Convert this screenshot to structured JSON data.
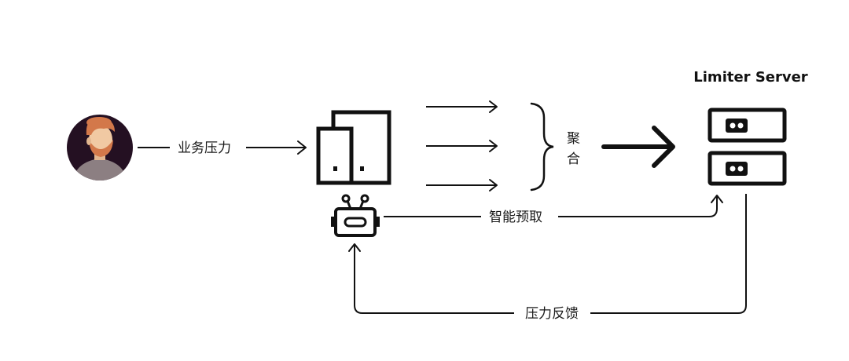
{
  "title": "Limiter Server",
  "labels": {
    "business_pressure": "业务压力",
    "aggregate_top": "聚",
    "aggregate_bottom": "合",
    "smart_prefetch": "智能预取",
    "pressure_feedback": "压力反馈"
  },
  "icons": {
    "user": "user-avatar-icon",
    "client": "client-buildings-icon",
    "robot": "robot-icon",
    "server": "server-rack-icon"
  },
  "colors": {
    "stroke": "#111111",
    "avatar_bg": "#241022",
    "hair": "#d3784a",
    "skin": "#f1c9a3",
    "shirt": "#8c7f82"
  }
}
